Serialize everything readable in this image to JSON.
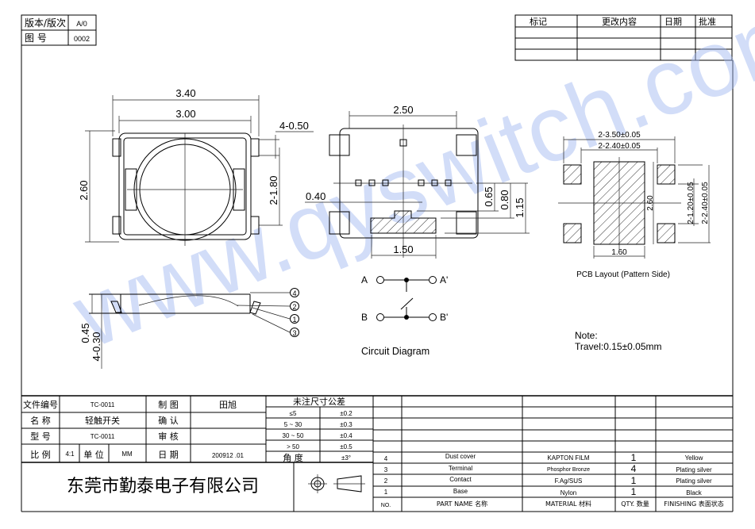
{
  "watermark": "www.qyswitch.com",
  "revision_box": {
    "version_label": "版本/版次",
    "version_value": "A/0",
    "drawing_no_label": "图 号",
    "drawing_no_value": "0002"
  },
  "change_table": {
    "headers": [
      "标记",
      "更改内容",
      "日期",
      "批准"
    ],
    "rows": [
      [
        "",
        "",
        "",
        ""
      ],
      [
        "",
        "",
        "",
        ""
      ],
      [
        "",
        "",
        "",
        ""
      ]
    ]
  },
  "top_view": {
    "dim_width_outer": "3.40",
    "dim_width_inner": "3.00",
    "dim_height": "2.60",
    "dim_terminal_width": "4-0.50",
    "dim_terminal_pitch": "2-1.80"
  },
  "bottom_view": {
    "dim_2_50": "2.50",
    "dim_0_40": "0.40",
    "dim_1_50": "1.50",
    "dim_0_65": "0.65",
    "dim_0_80": "0.80",
    "dim_1_15": "1.15"
  },
  "pcb_layout": {
    "dim_outer_pitch": "2-3.50±0.05",
    "dim_inner_pitch": "2-2.40±0.05",
    "dim_height": "2.60",
    "dim_width": "1.60",
    "dim_pad_v1": "2-1.20±0.05",
    "dim_pad_v2": "2-2.40±0.05",
    "caption": "PCB Layout (Pattern Side)"
  },
  "circuit": {
    "a": "A",
    "a_prime": "A'",
    "b": "B",
    "b_prime": "B'",
    "caption": "Circuit  Diagram"
  },
  "side_view": {
    "dim_height": "0.45",
    "dim_terminal": "4-0.30",
    "callouts": [
      "4",
      "2",
      "1",
      "3"
    ]
  },
  "note": {
    "title": "Note:",
    "travel": "Travel:0.15±0.05mm"
  },
  "title_block": {
    "file_no_label": "文件编号",
    "file_no": "TC-0011",
    "name_label": "名  称",
    "name": "轻触开关",
    "model_label": "型  号",
    "model": "TC-0011",
    "scale_label": "比  例",
    "scale": "4:1",
    "unit_label": "单 位",
    "unit": "MM",
    "drawn_label": "制  图",
    "drawn": "田旭",
    "confirm_label": "确  认",
    "confirm": "",
    "review_label": "审  核",
    "review": "",
    "date_label": "日  期",
    "date": "200912 .01",
    "tolerance_title": "未注尺寸公差",
    "tolerances": [
      {
        "range": "≤5",
        "tol": "±0.2"
      },
      {
        "range": "5 ~ 30",
        "tol": "±0.3"
      },
      {
        "range": "30 ~ 50",
        "tol": "±0.4"
      },
      {
        "range": "> 50",
        "tol": "±0.5"
      },
      {
        "range": "角  度",
        "tol": "±3°"
      }
    ],
    "company": "东莞市勤泰电子有限公司"
  },
  "parts_table": {
    "headers": {
      "no": "NO.",
      "name": "PART  NAME  名称",
      "material": "MATERIAL 材料",
      "qty": "QTY. 数量",
      "finish": "FINISHING 表面状态"
    },
    "rows": [
      {
        "no": "4",
        "name": "Dust  cover",
        "material": "KAPTON  FILM",
        "qty": "1",
        "finish": "Yellow"
      },
      {
        "no": "3",
        "name": "Terminal",
        "material": "Phosphor  Bronze",
        "qty": "4",
        "finish": "Plating  silver"
      },
      {
        "no": "2",
        "name": "Contact",
        "material": "F.Ag/SUS",
        "qty": "1",
        "finish": "Plating  silver"
      },
      {
        "no": "1",
        "name": "Base",
        "material": "Nylon",
        "qty": "1",
        "finish": "Black"
      }
    ]
  }
}
